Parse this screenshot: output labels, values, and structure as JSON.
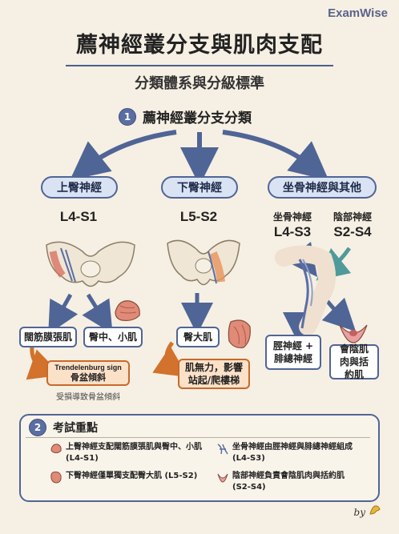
{
  "brand": "ExamWise",
  "title": "薦神經叢分支與肌肉支配",
  "subtitle": "分類體系與分級標準",
  "section1": {
    "number": "1",
    "title": "薦神經叢分支分類"
  },
  "branches": {
    "superior": {
      "name": "上臀神經",
      "level": "L4-S1",
      "muscle_a": "闊筋膜張肌",
      "muscle_b": "臀中、小肌",
      "sign_line1": "Trendelenburg sign",
      "sign_line2": "骨盆傾斜",
      "sign_caption": "受損導致骨盆傾斜"
    },
    "inferior": {
      "name": "下臀神經",
      "level": "L5-S2",
      "muscle": "臀大肌",
      "effect": "肌無力，影響站起/爬樓梯"
    },
    "sciatic": {
      "name": "坐骨神經與其他",
      "sub_a_name": "坐骨神經",
      "sub_a_level": "L4-S3",
      "sub_b_name": "陰部神經",
      "sub_b_level": "S2-S4",
      "result_a": "脛神經 + 腓總神經",
      "result_b": "會陰肌肉與括約肌"
    }
  },
  "section2": {
    "number": "2",
    "title": "考試重點",
    "notes": [
      "上臀神經支配闊筋膜張肌與臀中、小肌 (L4-S1)",
      "下臀神經僅單獨支配臀大肌 (L5-S2)",
      "坐骨神經由脛神經與腓總神經組成 (L4-S3)",
      "陰部神經負責會陰肌肉與括約肌 (S2-S4)"
    ]
  },
  "byline": "by"
}
